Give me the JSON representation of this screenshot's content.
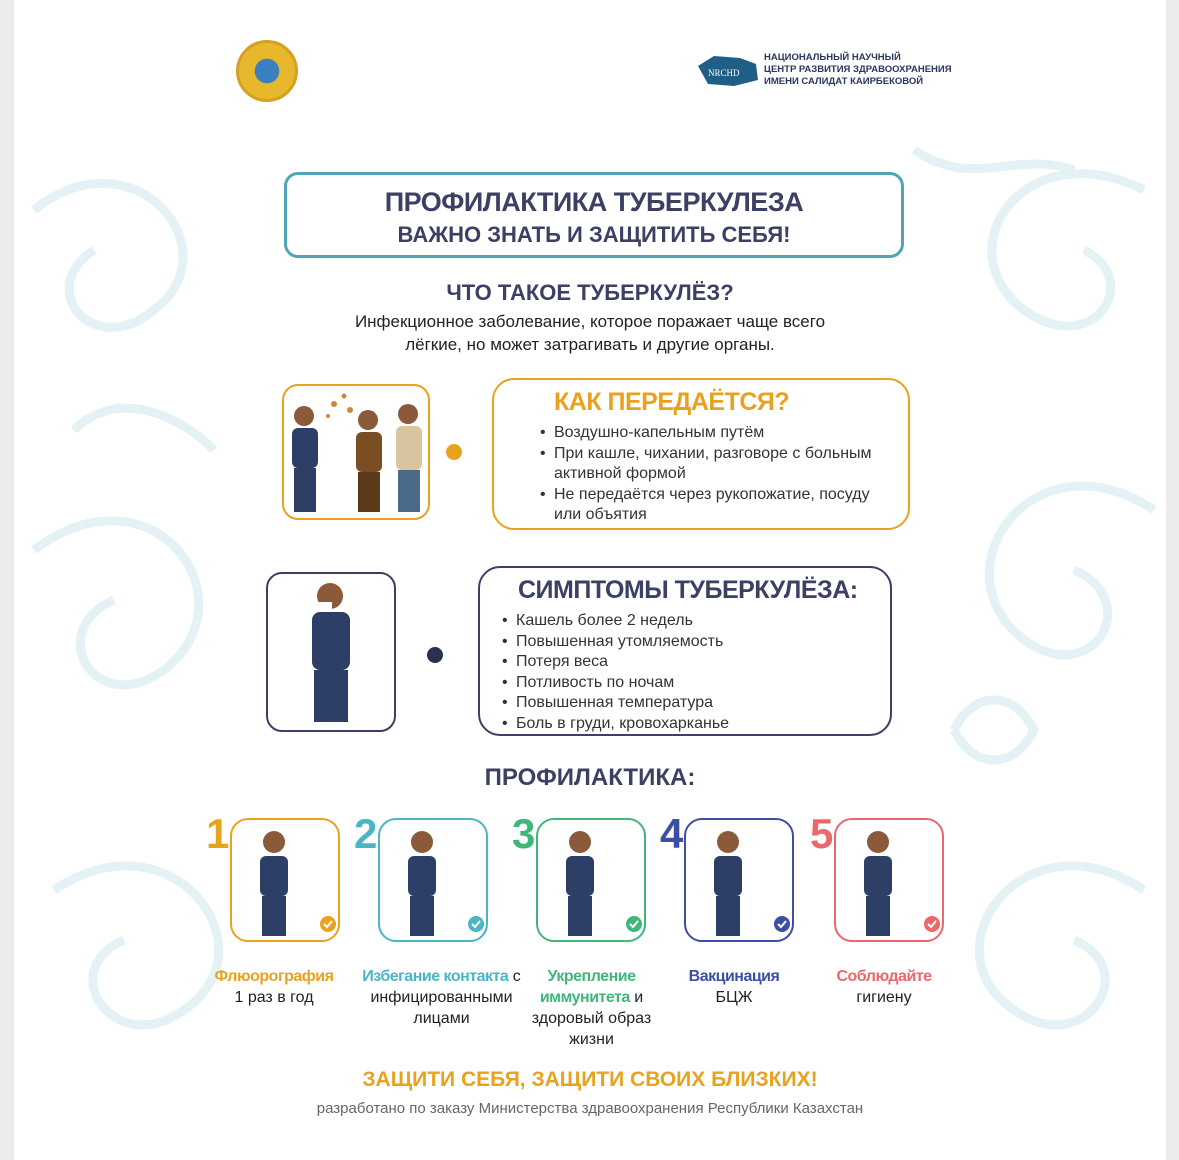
{
  "header": {
    "org_logo_text": "NRCHD",
    "org_name_lines": [
      "НАЦИОНАЛЬНЫЙ НАУЧНЫЙ",
      "ЦЕНТР РАЗВИТИЯ ЗДРАВООХРАНЕНИЯ",
      "ИМЕНИ САЛИДАТ КАИРБЕКОВОЙ"
    ]
  },
  "title": {
    "line1": "ПРОФИЛАКТИКА ТУБЕРКУЛЕЗА",
    "line2": "ВАЖНО ЗНАТЬ И ЗАЩИТИТЬ СЕБЯ!"
  },
  "what": {
    "heading": "ЧТО ТАКОЕ ТУБЕРКУЛЁЗ?",
    "line1": "Инфекционное заболевание, которое поражает чаще всего",
    "line2": "лёгкие, но может затрагивать и другие органы."
  },
  "transmission": {
    "heading": "КАК ПЕРЕДАЁТСЯ?",
    "items": [
      "Воздушно-капельным путём",
      "При кашле, чихании, разговоре с больным активной формой",
      "Не передаётся через рукопожатие, посуду или объятия"
    ]
  },
  "symptoms": {
    "heading": "СИМПТОМЫ ТУБЕРКУЛЁЗА:",
    "items": [
      "Кашель более 2 недель",
      "Повышенная утомляемость",
      "Потеря веса",
      "Потливость по ночам",
      "Повышенная температура",
      "Боль в груди, кровохарканье"
    ]
  },
  "prevention": {
    "heading": "ПРОФИЛАКТИКА:",
    "steps": [
      {
        "num": "1",
        "title": "Флюорография",
        "rest": "1 раз в год",
        "color": "#e9a21d"
      },
      {
        "num": "2",
        "title": "Избегание контакта",
        "rest": "с инфицированными лицами",
        "color": "#4bb5c8"
      },
      {
        "num": "3",
        "title": "Укрепление иммунитета",
        "rest": "и здоровый образ жизни",
        "color": "#3fb67a"
      },
      {
        "num": "4",
        "title": "Вакцинация",
        "rest": "БЦЖ",
        "color": "#3c4fa3"
      },
      {
        "num": "5",
        "title": "Соблюдайте",
        "rest": "гигиену",
        "color": "#e8686b"
      }
    ]
  },
  "slogan": "ЗАЩИТИ СЕБЯ, ЗАЩИТИ СВОИХ БЛИЗКИХ!",
  "footer": "разработано по заказу Министерства здравоохранения Республики Казахстан"
}
